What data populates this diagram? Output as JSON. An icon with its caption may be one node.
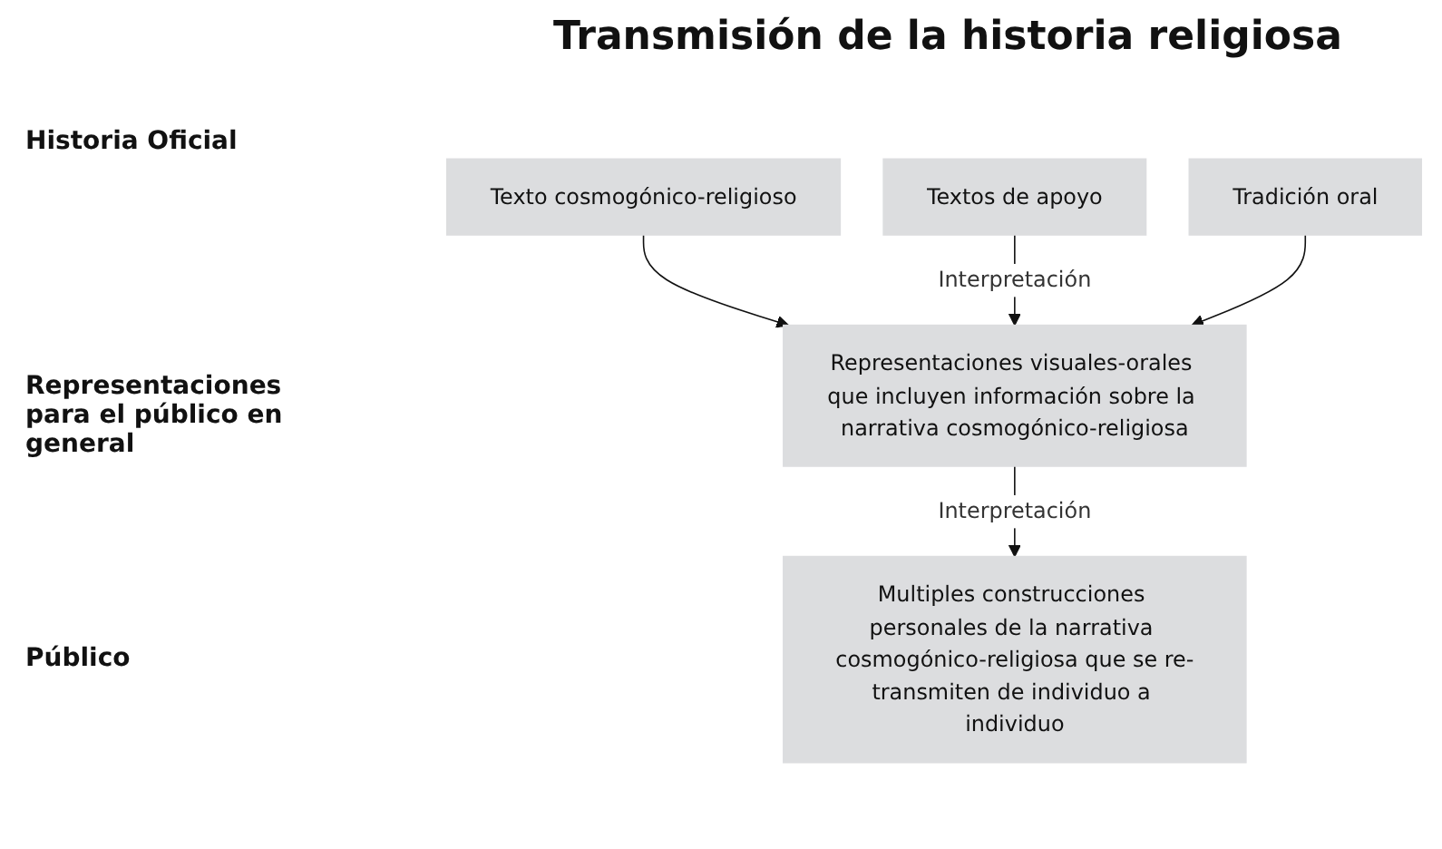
{
  "diagram": {
    "title": "Transmisión de la historia religiosa",
    "nodes": [
      {
        "text": [
          "Texto cosmogónico-religioso"
        ]
      },
      {
        "text": [
          "Textos de apoyo"
        ]
      },
      {
        "text": [
          "Tradición oral"
        ]
      },
      {
        "text": [
          "Representaciones visuales-orales que incluyen información sobre la narrativa cosmogónico-religiosa"
        ]
      },
      {
        "text": [
          "Multiples construcciones personales de la narrativa cosmogónico-religiosa que se re-transmiten de individuo a individuo"
        ]
      }
    ],
    "edges": [
      {
        "from": 0,
        "to": 3,
        "arrow": "to"
      },
      {
        "from": 1,
        "to": 3,
        "arrow": "to",
        "label": "Interpretación"
      },
      {
        "from": 2,
        "to": 3,
        "arrow": "to"
      },
      {
        "from": 3,
        "to": 4,
        "arrow": "to",
        "label": "Interpretación"
      }
    ],
    "labels": [
      "Historia Oficial",
      "Representaciones para el público en general",
      "Público"
    ]
  }
}
